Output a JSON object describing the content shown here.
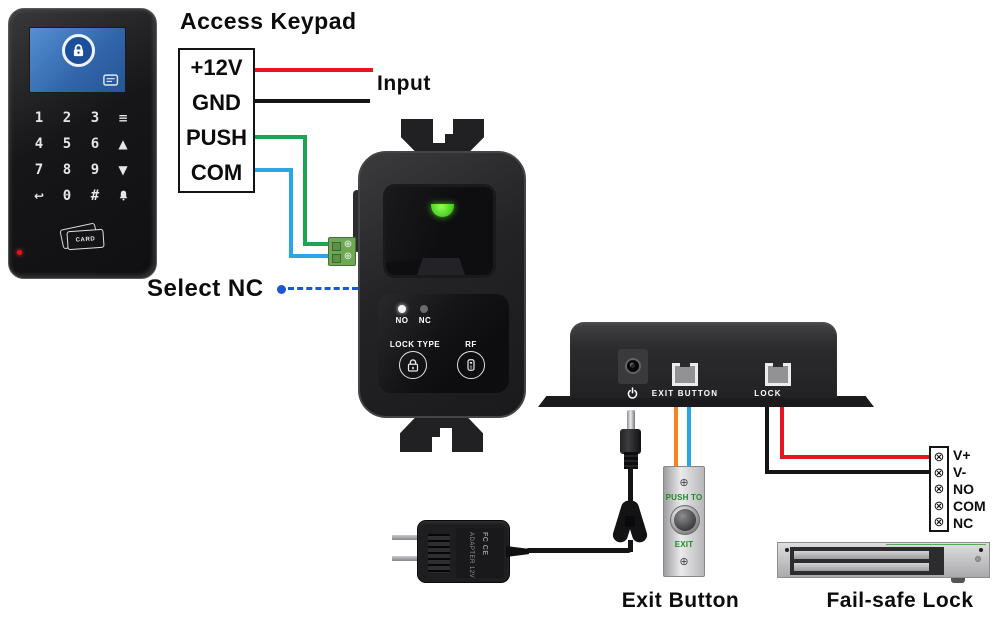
{
  "diagram_labels": {
    "access_keypad": "Access Keypad",
    "input": "Input",
    "select_nc": "Select NC",
    "exit_button_caption": "Exit Button",
    "fail_safe_lock_caption": "Fail-safe Lock"
  },
  "keypad_terminal": {
    "pins": [
      "+12V",
      "GND",
      "PUSH",
      "COM"
    ]
  },
  "keypad": {
    "keys": [
      "1",
      "2",
      "3",
      "≡",
      "4",
      "5",
      "6",
      "▲",
      "7",
      "8",
      "9",
      "▼",
      "↩",
      "0",
      "#"
    ],
    "card_label": "CARD"
  },
  "receiver": {
    "indicator_labels": {
      "no": "NO",
      "nc": "NC"
    },
    "lock_type_label": "LOCK TYPE",
    "rf_label": "RF"
  },
  "controller": {
    "exit_port_label": "EXIT BUTTON",
    "lock_port_label": "LOCK"
  },
  "exit_button_plate": {
    "line1": "PUSH TO",
    "line2": "EXIT"
  },
  "lock_terminal": {
    "pins": [
      "V+",
      "V-",
      "NO",
      "COM",
      "NC"
    ]
  },
  "icons": {
    "screw_terminal": "⊗",
    "phillips_screw": "⊕"
  },
  "colors": {
    "wire_red": "#e8131c",
    "wire_black": "#141414",
    "wire_green": "#1ea354",
    "wire_blue": "#2aa5e9",
    "wire_orange": "#f8821c",
    "select_nc_dash_blue": "#1b57d2",
    "status_led_green": "#4ede20",
    "terminal_block_green": "#6fa854",
    "plate_text_green": "#1d8a24"
  }
}
